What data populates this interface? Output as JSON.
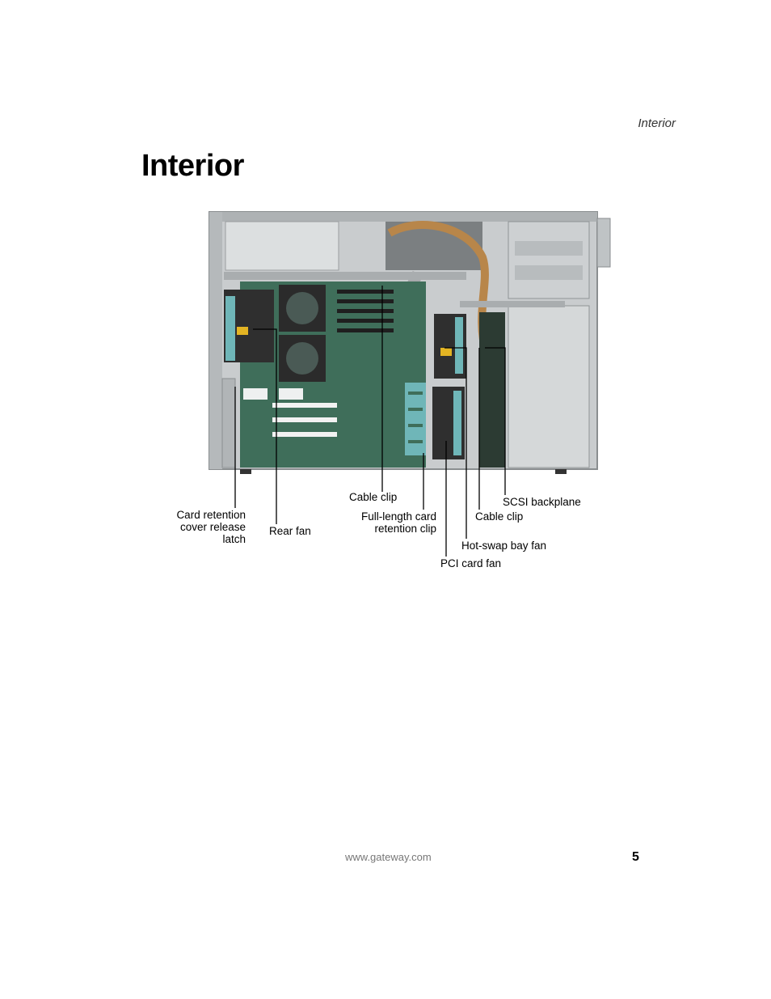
{
  "header": {
    "running_head": "Interior"
  },
  "page_title": "Interior",
  "figure": {
    "callouts": {
      "card_retention_latch": [
        "Card retention",
        "cover release",
        "latch"
      ],
      "rear_fan": "Rear fan",
      "cable_clip_left": "Cable clip",
      "full_length_card_clip": [
        "Full-length card",
        "retention clip"
      ],
      "pci_card_fan": "PCI card fan",
      "hot_swap_bay_fan": "Hot-swap bay fan",
      "cable_clip_right": "Cable clip",
      "scsi_backplane": "SCSI backplane"
    },
    "colors": {
      "chassis": "#c9ccce",
      "motherboard": "#3f6e5a",
      "retention_clips": "#6fb6b8",
      "heatsink": "#2b2b2b",
      "cables": "#b8864a"
    }
  },
  "footer": {
    "url": "www.gateway.com",
    "page_number": "5"
  }
}
